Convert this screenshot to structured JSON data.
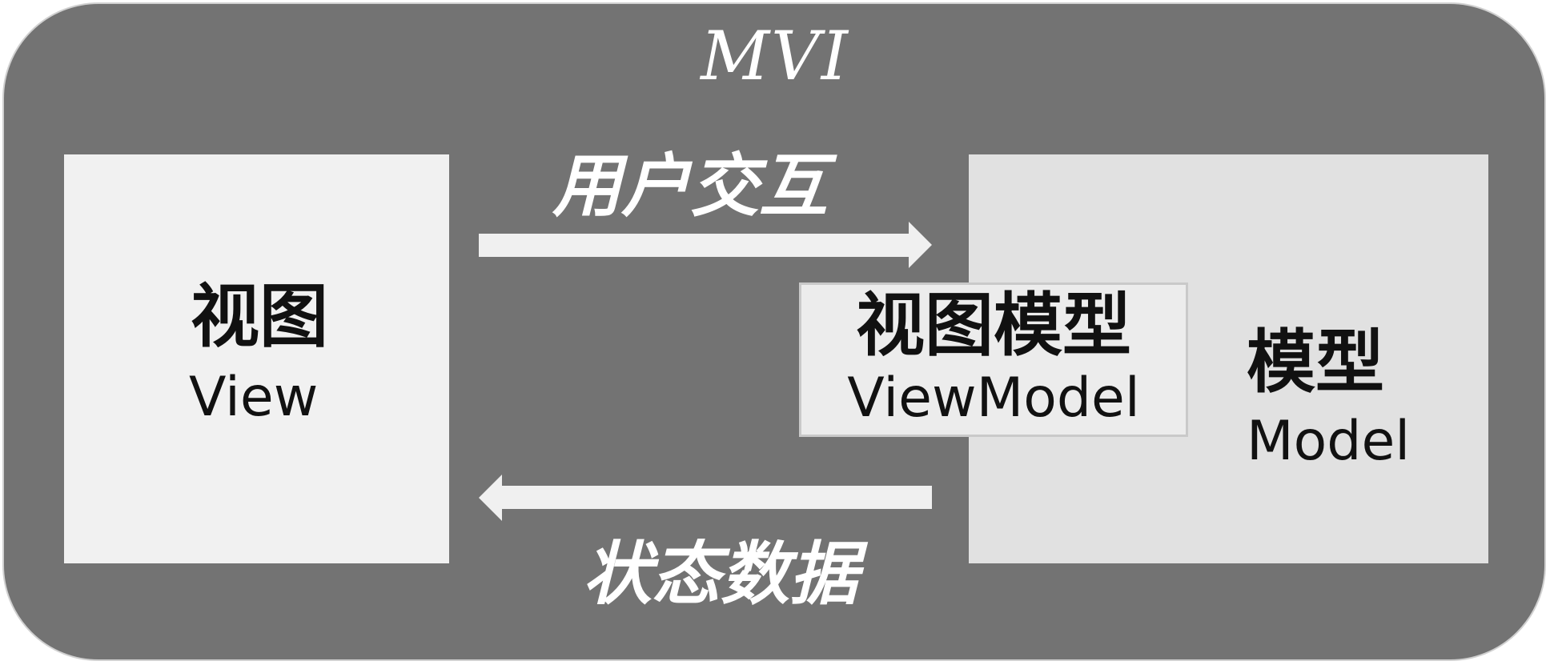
{
  "diagram": {
    "title": "MVI",
    "view": {
      "label_zh": "视图",
      "label_en": "View"
    },
    "view_model": {
      "label_zh": "视图模型",
      "label_en": "ViewModel"
    },
    "model": {
      "label_zh": "模型",
      "label_en": "Model"
    },
    "arrows": {
      "to_right": "用户交互",
      "to_left": "状态数据"
    }
  }
}
